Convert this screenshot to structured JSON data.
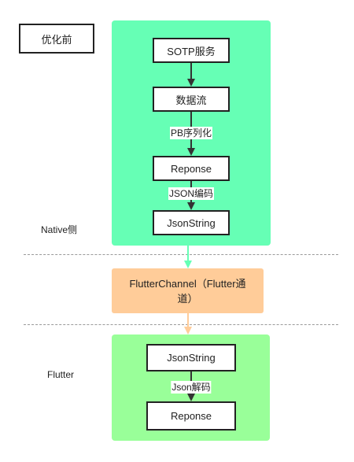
{
  "title_box": "优化前",
  "native": {
    "side_label": "Native侧",
    "nodes": [
      "SOTP服务",
      "数据流",
      "Reponse",
      "JsonString"
    ],
    "edge_labels": [
      "PB序列化",
      "JSON编码"
    ]
  },
  "channel": {
    "label": "FlutterChannel（Flutter通道）"
  },
  "flutter": {
    "side_label": "Flutter",
    "nodes": [
      "JsonString",
      "Reponse"
    ],
    "edge_labels": [
      "Json解码"
    ]
  },
  "colors": {
    "native_panel": "#66ffb5",
    "channel_box": "#ffcc99",
    "flutter_panel": "#99ff99",
    "arrow_dark": "#333333",
    "arrow_native_out": "#66ffb5",
    "arrow_channel_out": "#ffcc99"
  }
}
